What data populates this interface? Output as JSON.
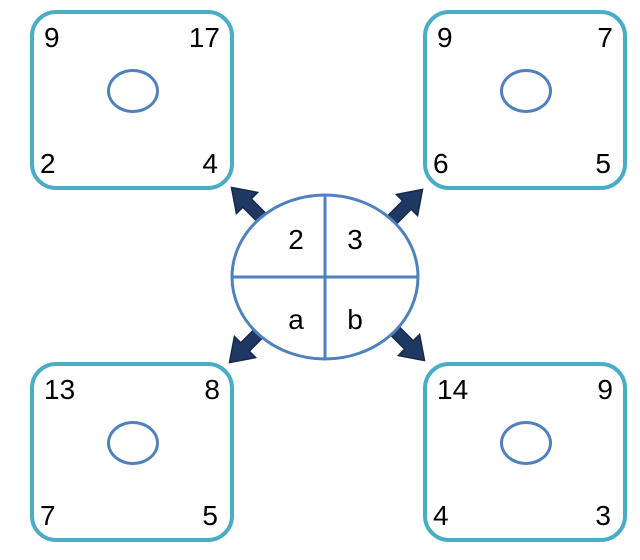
{
  "center": {
    "top_left": "2",
    "top_right": "3",
    "bottom_left": "a",
    "bottom_right": "b"
  },
  "cards": {
    "top_left": {
      "tl": "9",
      "tr": "17",
      "bl": "2",
      "br": "4"
    },
    "top_right": {
      "tl": "9",
      "tr": "7",
      "bl": "6",
      "br": "5"
    },
    "bottom_left": {
      "tl": "13",
      "tr": "8",
      "bl": "7",
      "br": "5"
    },
    "bottom_right": {
      "tl": "14",
      "tr": "9",
      "bl": "4",
      "br": "3"
    }
  },
  "colors": {
    "card_border": "#4bacc6",
    "circle_stroke": "#4f81bd",
    "arrow_fill": "#1f3864"
  }
}
